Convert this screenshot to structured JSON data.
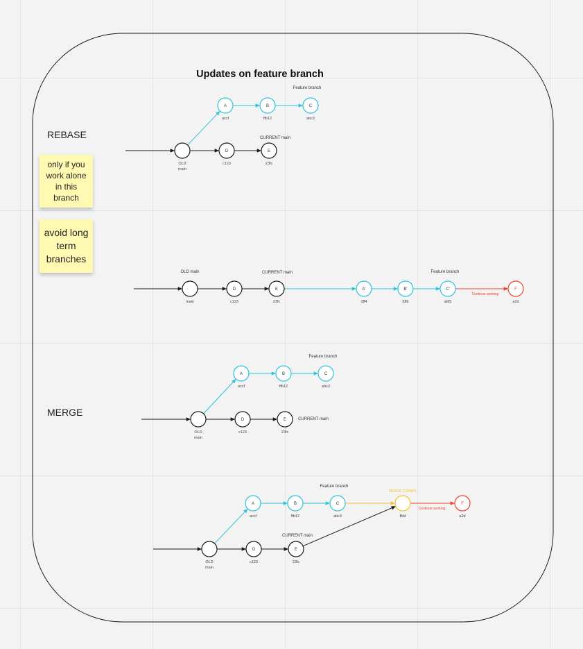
{
  "title": "Updates on feature branch",
  "sections": {
    "rebase": "REBASE",
    "merge": "MERGE"
  },
  "stickies": [
    "only if you work alone in this branch",
    "avoid long term branches"
  ],
  "labels": {
    "feature_branch": "Feature branch",
    "current_main": "CURRENT main",
    "old_main": "OLD main",
    "continue_working": "Continue working",
    "merge_commit": "MERGE COMMIT"
  },
  "colors": {
    "main": "#1a1a1a",
    "feature": "#2ec3d8",
    "new_work": "#f0402f",
    "merge": "#f5c12e",
    "frame": "#1a1a1a"
  },
  "diagrams": [
    {
      "id": "rebase-before",
      "nodes": [
        {
          "id": "old",
          "label": "",
          "sub": "OLD\nmain",
          "color": "main"
        },
        {
          "id": "A",
          "label": "A",
          "sub": "accf",
          "color": "feature"
        },
        {
          "id": "B",
          "label": "B",
          "sub": "ffb12",
          "color": "feature"
        },
        {
          "id": "C",
          "label": "C",
          "sub": "abc3",
          "color": "feature"
        },
        {
          "id": "D",
          "label": "D",
          "sub": "c123",
          "color": "main"
        },
        {
          "id": "E",
          "label": "E",
          "sub": "23fc",
          "color": "main"
        }
      ],
      "edges": [
        {
          "from": "start",
          "to": "old",
          "color": "main"
        },
        {
          "from": "old",
          "to": "A",
          "color": "feature"
        },
        {
          "from": "A",
          "to": "B",
          "color": "feature"
        },
        {
          "from": "B",
          "to": "C",
          "color": "feature"
        },
        {
          "from": "old",
          "to": "D",
          "color": "main"
        },
        {
          "from": "D",
          "to": "E",
          "color": "main"
        }
      ]
    },
    {
      "id": "rebase-after",
      "nodes": [
        {
          "id": "old",
          "label": "",
          "sub": "main",
          "color": "main"
        },
        {
          "id": "D",
          "label": "D",
          "sub": "c123",
          "color": "main"
        },
        {
          "id": "E",
          "label": "E",
          "sub": "23fc",
          "color": "main"
        },
        {
          "id": "A2",
          "label": "A'",
          "sub": "dff4",
          "color": "feature"
        },
        {
          "id": "B2",
          "label": "B'",
          "sub": "fdfb",
          "color": "feature"
        },
        {
          "id": "C2",
          "label": "C'",
          "sub": "abf5",
          "color": "feature"
        },
        {
          "id": "F",
          "label": "F",
          "sub": "a2d",
          "color": "new_work"
        }
      ],
      "edges": [
        {
          "from": "start",
          "to": "old",
          "color": "main"
        },
        {
          "from": "old",
          "to": "D",
          "color": "main"
        },
        {
          "from": "D",
          "to": "E",
          "color": "main"
        },
        {
          "from": "E",
          "to": "A2",
          "color": "feature"
        },
        {
          "from": "A2",
          "to": "B2",
          "color": "feature"
        },
        {
          "from": "B2",
          "to": "C2",
          "color": "feature"
        },
        {
          "from": "C2",
          "to": "F",
          "color": "new_work"
        }
      ]
    },
    {
      "id": "merge-before",
      "nodes": [
        {
          "id": "old",
          "label": "",
          "sub": "OLD\nmain",
          "color": "main"
        },
        {
          "id": "A",
          "label": "A",
          "sub": "accf",
          "color": "feature"
        },
        {
          "id": "B",
          "label": "B",
          "sub": "ffb12",
          "color": "feature"
        },
        {
          "id": "C",
          "label": "C",
          "sub": "abc3",
          "color": "feature"
        },
        {
          "id": "D",
          "label": "D",
          "sub": "c123",
          "color": "main"
        },
        {
          "id": "E",
          "label": "E",
          "sub": "23fc",
          "color": "main"
        }
      ],
      "edges": [
        {
          "from": "start",
          "to": "old",
          "color": "main"
        },
        {
          "from": "old",
          "to": "A",
          "color": "feature"
        },
        {
          "from": "A",
          "to": "B",
          "color": "feature"
        },
        {
          "from": "B",
          "to": "C",
          "color": "feature"
        },
        {
          "from": "old",
          "to": "D",
          "color": "main"
        },
        {
          "from": "D",
          "to": "E",
          "color": "main"
        }
      ]
    },
    {
      "id": "merge-after",
      "nodes": [
        {
          "id": "old",
          "label": "",
          "sub": "OLD\nmain",
          "color": "main"
        },
        {
          "id": "A",
          "label": "A",
          "sub": "accf",
          "color": "feature"
        },
        {
          "id": "B",
          "label": "B",
          "sub": "ffb12",
          "color": "feature"
        },
        {
          "id": "C",
          "label": "C",
          "sub": "abc3",
          "color": "feature"
        },
        {
          "id": "D",
          "label": "D",
          "sub": "c123",
          "color": "main"
        },
        {
          "id": "E",
          "label": "E",
          "sub": "23fc",
          "color": "main"
        },
        {
          "id": "M",
          "label": "",
          "sub": "ffdd",
          "color": "merge"
        },
        {
          "id": "F",
          "label": "F",
          "sub": "a2d",
          "color": "new_work"
        }
      ],
      "edges": [
        {
          "from": "start",
          "to": "old",
          "color": "main"
        },
        {
          "from": "old",
          "to": "A",
          "color": "feature"
        },
        {
          "from": "A",
          "to": "B",
          "color": "feature"
        },
        {
          "from": "B",
          "to": "C",
          "color": "feature"
        },
        {
          "from": "old",
          "to": "D",
          "color": "main"
        },
        {
          "from": "D",
          "to": "E",
          "color": "main"
        },
        {
          "from": "C",
          "to": "M",
          "color": "merge"
        },
        {
          "from": "E",
          "to": "M",
          "color": "main"
        },
        {
          "from": "M",
          "to": "F",
          "color": "new_work"
        }
      ]
    }
  ]
}
